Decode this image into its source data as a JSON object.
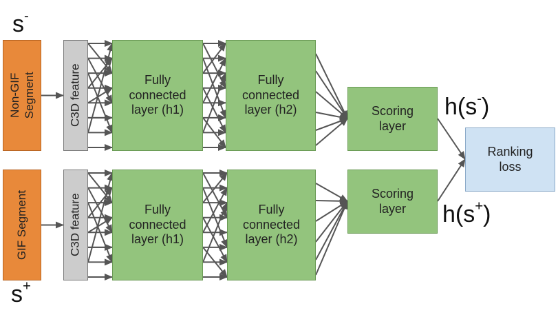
{
  "labels": {
    "s_minus_base": "s",
    "s_minus_sup": "-",
    "s_plus_base": "s",
    "s_plus_sup": "+",
    "h_minus_pre": "h(s",
    "h_minus_sup": "-",
    "h_minus_post": ")",
    "h_plus_pre": "h(s",
    "h_plus_sup": "+",
    "h_plus_post": ")"
  },
  "top_branch": {
    "segment": "Non-GIF\nSegment",
    "feature": "C3D feature",
    "fc1": "Fully\nconnected\nlayer (h1)",
    "fc2": "Fully\nconnected\nlayer (h2)",
    "scoring": "Scoring\nlayer"
  },
  "bottom_branch": {
    "segment": "GIF Segment",
    "feature": "C3D feature",
    "fc1": "Fully\nconnected\nlayer (h1)",
    "fc2": "Fully\nconnected\nlayer (h2)",
    "scoring": "Scoring\nlayer"
  },
  "ranking": "Ranking\nloss",
  "colors": {
    "segment": "#e8893a",
    "feature": "#cccccc",
    "layer": "#93c47d",
    "ranking": "#cfe2f3",
    "arrow": "#555555"
  }
}
